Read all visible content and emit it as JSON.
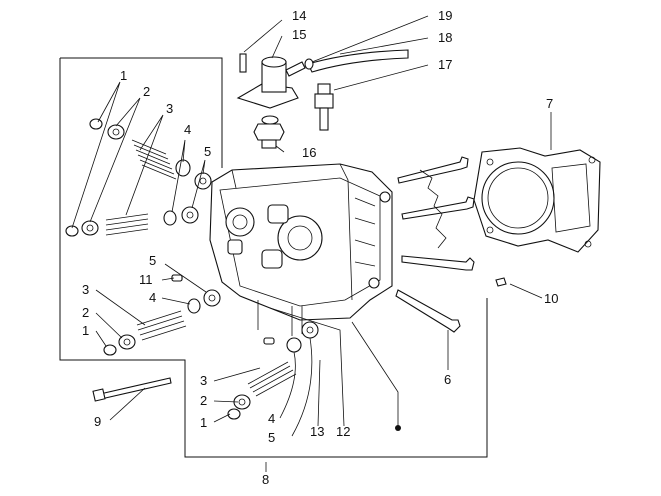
{
  "diagram": {
    "callouts": [
      {
        "id": "c1a",
        "text": "1"
      },
      {
        "id": "c2a",
        "text": "2"
      },
      {
        "id": "c3a",
        "text": "3"
      },
      {
        "id": "c4a",
        "text": "4"
      },
      {
        "id": "c5a",
        "text": "5"
      },
      {
        "id": "c5b",
        "text": "5"
      },
      {
        "id": "c11",
        "text": "11"
      },
      {
        "id": "c4b",
        "text": "4"
      },
      {
        "id": "c3b",
        "text": "3"
      },
      {
        "id": "c2b",
        "text": "2"
      },
      {
        "id": "c1b",
        "text": "1"
      },
      {
        "id": "c9",
        "text": "9"
      },
      {
        "id": "c3c",
        "text": "3"
      },
      {
        "id": "c2c",
        "text": "2"
      },
      {
        "id": "c1c",
        "text": "1"
      },
      {
        "id": "c4c",
        "text": "4"
      },
      {
        "id": "c5c",
        "text": "5"
      },
      {
        "id": "c13",
        "text": "13"
      },
      {
        "id": "c12",
        "text": "12"
      },
      {
        "id": "c8",
        "text": "8"
      },
      {
        "id": "c6",
        "text": "6"
      },
      {
        "id": "c7",
        "text": "7"
      },
      {
        "id": "c10",
        "text": "10"
      },
      {
        "id": "c14",
        "text": "14"
      },
      {
        "id": "c15",
        "text": "15"
      },
      {
        "id": "c16",
        "text": "16"
      },
      {
        "id": "c17",
        "text": "17"
      },
      {
        "id": "c18",
        "text": "18"
      },
      {
        "id": "c19",
        "text": "19"
      }
    ]
  }
}
